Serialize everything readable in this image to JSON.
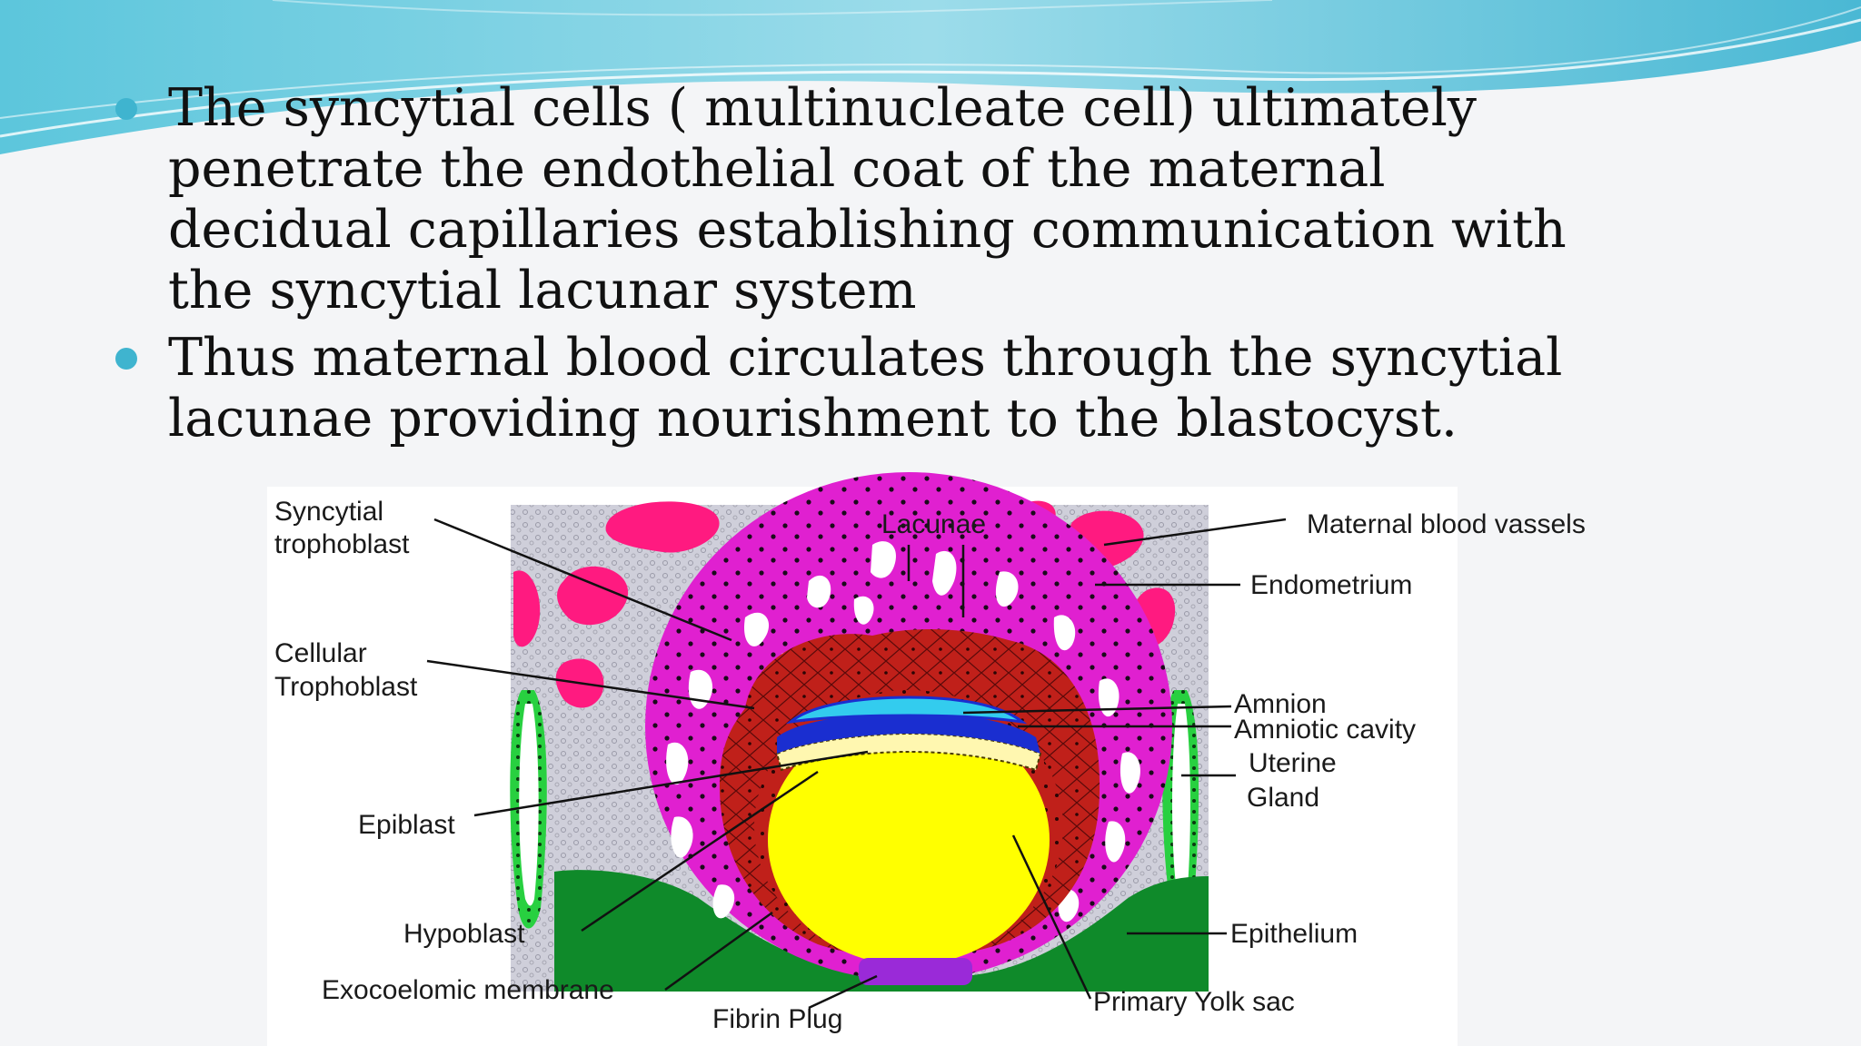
{
  "slide": {
    "bullets": [
      {
        "lines": [
          "The syncytial cells ( multinucleate cell) ultimately",
          "penetrate the endothelial coat of the maternal",
          "decidual capillaries establishing communication with",
          "the syncytial lacunar system"
        ]
      },
      {
        "lines": [
          "Thus maternal blood circulates through the syncytial",
          "lacunae providing nourishment to the blastocyst."
        ]
      }
    ],
    "accent_color": "#3fb4cf"
  },
  "diagram": {
    "labels": {
      "syncytial_1": "Syncytial",
      "syncytial_2": "trophoblast",
      "lacunae": "Lacunae",
      "maternal_blood": "Maternal blood vassels",
      "endometrium": "Endometrium",
      "cellular_1": "Cellular",
      "cellular_2": "Trophoblast",
      "amnion": "Amnion",
      "amniotic_cavity": "Amniotic cavity",
      "uterine_1": "Uterine",
      "uterine_2": "Gland",
      "epiblast": "Epiblast",
      "hypoblast": "Hypoblast",
      "epithelium": "Epithelium",
      "exocoelomic": "Exocoelomic membrane",
      "fibrin": "Fibrin Plug",
      "yolk_sac": "Primary Yolk sac"
    },
    "colors": {
      "syncytiotrophoblast": "#e020d0",
      "cytotrophoblast": "#c0201a",
      "yolk_sac": "#ffff00",
      "amniotic_cavity": "#33ccee",
      "epiblast": "#1a2ed0",
      "blood_vessels": "#ff1a80",
      "epithelium": "#0f8a2a",
      "fibrin_plug": "#9a2ad8",
      "endometrium": "#c8c8d4"
    }
  }
}
